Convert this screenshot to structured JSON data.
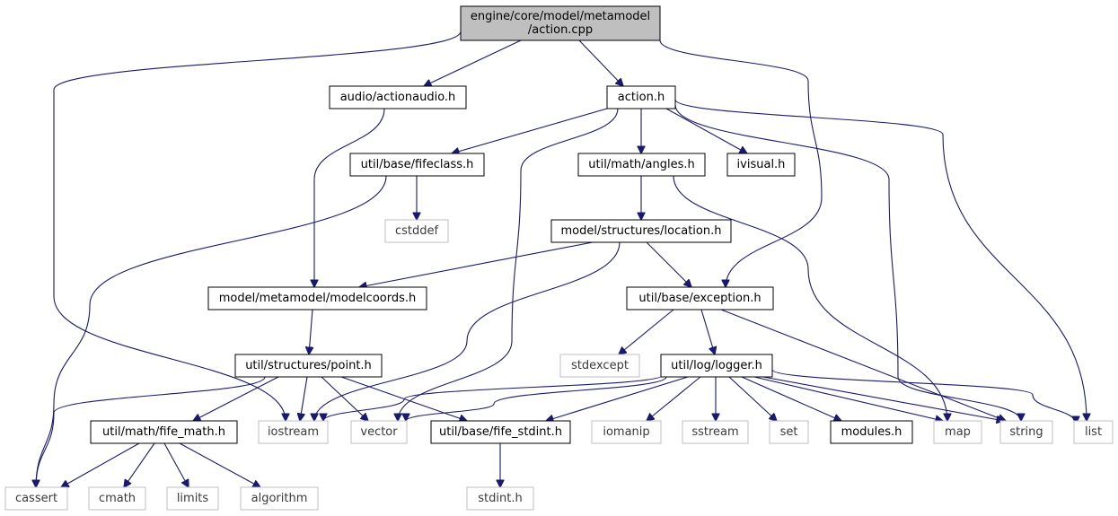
{
  "diagram": {
    "title": "",
    "colors": {
      "edge": "#191970",
      "root_fill": "#bfbfbf",
      "local_border": "#000000",
      "system_border": "#bfbfbf"
    },
    "nodes": {
      "root": {
        "lines": [
          "engine/core/model/metamodel",
          "/action.cpp"
        ],
        "kind": "root"
      },
      "actionaudio": {
        "lines": [
          "audio/actionaudio.h"
        ],
        "kind": "local"
      },
      "action_h": {
        "lines": [
          "action.h"
        ],
        "kind": "local"
      },
      "fifeclass": {
        "lines": [
          "util/base/fifeclass.h"
        ],
        "kind": "local"
      },
      "angles": {
        "lines": [
          "util/math/angles.h"
        ],
        "kind": "local"
      },
      "ivisual": {
        "lines": [
          "ivisual.h"
        ],
        "kind": "local"
      },
      "cstddef": {
        "lines": [
          "cstddef"
        ],
        "kind": "system"
      },
      "location": {
        "lines": [
          "model/structures/location.h"
        ],
        "kind": "local"
      },
      "modelcoords": {
        "lines": [
          "model/metamodel/modelcoords.h"
        ],
        "kind": "local"
      },
      "exception": {
        "lines": [
          "util/base/exception.h"
        ],
        "kind": "local"
      },
      "point": {
        "lines": [
          "util/structures/point.h"
        ],
        "kind": "local"
      },
      "stdexcept": {
        "lines": [
          "stdexcept"
        ],
        "kind": "system"
      },
      "logger": {
        "lines": [
          "util/log/logger.h"
        ],
        "kind": "local"
      },
      "fife_math": {
        "lines": [
          "util/math/fife_math.h"
        ],
        "kind": "local"
      },
      "iostream": {
        "lines": [
          "iostream"
        ],
        "kind": "system"
      },
      "vector": {
        "lines": [
          "vector"
        ],
        "kind": "system"
      },
      "fife_stdint": {
        "lines": [
          "util/base/fife_stdint.h"
        ],
        "kind": "local"
      },
      "iomanip": {
        "lines": [
          "iomanip"
        ],
        "kind": "system"
      },
      "sstream": {
        "lines": [
          "sstream"
        ],
        "kind": "system"
      },
      "set": {
        "lines": [
          "set"
        ],
        "kind": "system"
      },
      "modules": {
        "lines": [
          "modules.h"
        ],
        "kind": "local"
      },
      "map": {
        "lines": [
          "map"
        ],
        "kind": "system"
      },
      "string": {
        "lines": [
          "string"
        ],
        "kind": "system"
      },
      "list": {
        "lines": [
          "list"
        ],
        "kind": "system"
      },
      "cassert": {
        "lines": [
          "cassert"
        ],
        "kind": "system"
      },
      "cmath": {
        "lines": [
          "cmath"
        ],
        "kind": "system"
      },
      "limits": {
        "lines": [
          "limits"
        ],
        "kind": "system"
      },
      "algorithm": {
        "lines": [
          "algorithm"
        ],
        "kind": "system"
      },
      "stdint": {
        "lines": [
          "stdint.h"
        ],
        "kind": "system"
      }
    },
    "edges": [
      [
        "root",
        "actionaudio"
      ],
      [
        "root",
        "action_h"
      ],
      [
        "root",
        "iostream"
      ],
      [
        "root",
        "exception"
      ],
      [
        "actionaudio",
        "modelcoords"
      ],
      [
        "action_h",
        "fifeclass"
      ],
      [
        "action_h",
        "angles"
      ],
      [
        "action_h",
        "ivisual"
      ],
      [
        "action_h",
        "vector"
      ],
      [
        "action_h",
        "string"
      ],
      [
        "action_h",
        "list"
      ],
      [
        "fifeclass",
        "cstddef"
      ],
      [
        "fifeclass",
        "cassert"
      ],
      [
        "angles",
        "location"
      ],
      [
        "angles",
        "map"
      ],
      [
        "location",
        "modelcoords"
      ],
      [
        "location",
        "exception"
      ],
      [
        "location",
        "iostream"
      ],
      [
        "modelcoords",
        "point"
      ],
      [
        "exception",
        "stdexcept"
      ],
      [
        "exception",
        "logger"
      ],
      [
        "exception",
        "string"
      ],
      [
        "point",
        "cassert"
      ],
      [
        "point",
        "fife_math"
      ],
      [
        "point",
        "iostream"
      ],
      [
        "point",
        "vector"
      ],
      [
        "point",
        "fife_stdint"
      ],
      [
        "logger",
        "iostream"
      ],
      [
        "logger",
        "vector"
      ],
      [
        "logger",
        "fife_stdint"
      ],
      [
        "logger",
        "iomanip"
      ],
      [
        "logger",
        "sstream"
      ],
      [
        "logger",
        "set"
      ],
      [
        "logger",
        "modules"
      ],
      [
        "logger",
        "map"
      ],
      [
        "logger",
        "string"
      ],
      [
        "logger",
        "list"
      ],
      [
        "fife_math",
        "cassert"
      ],
      [
        "fife_math",
        "cmath"
      ],
      [
        "fife_math",
        "limits"
      ],
      [
        "fife_math",
        "algorithm"
      ],
      [
        "fife_stdint",
        "stdint"
      ]
    ]
  }
}
